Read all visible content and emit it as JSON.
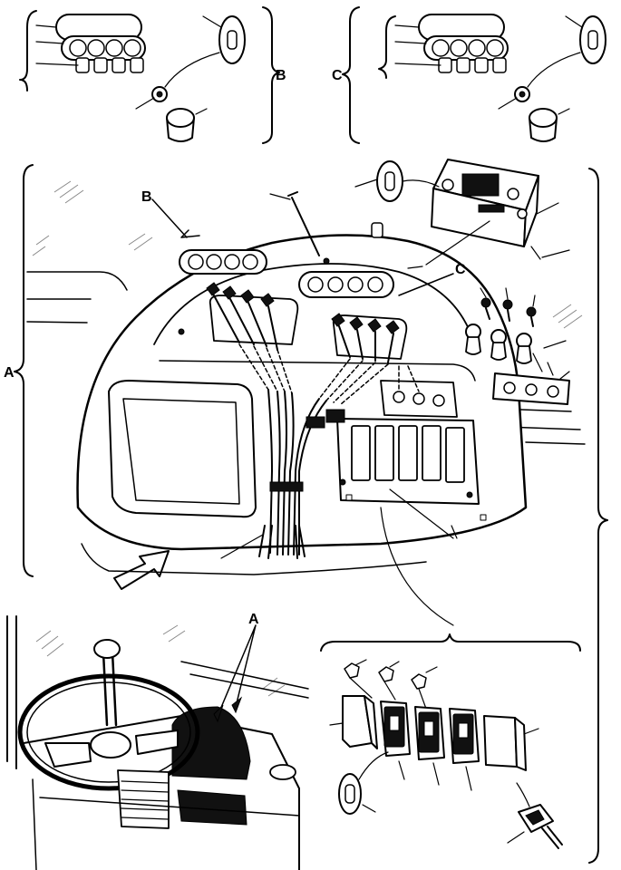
{
  "labels": {
    "view_a": "A",
    "view_b": "B",
    "view_c": "C",
    "callout_a": "A",
    "callout_b": "B",
    "callout_c": "C"
  },
  "colors": {
    "ink": "#000000",
    "paper": "#ffffff"
  }
}
